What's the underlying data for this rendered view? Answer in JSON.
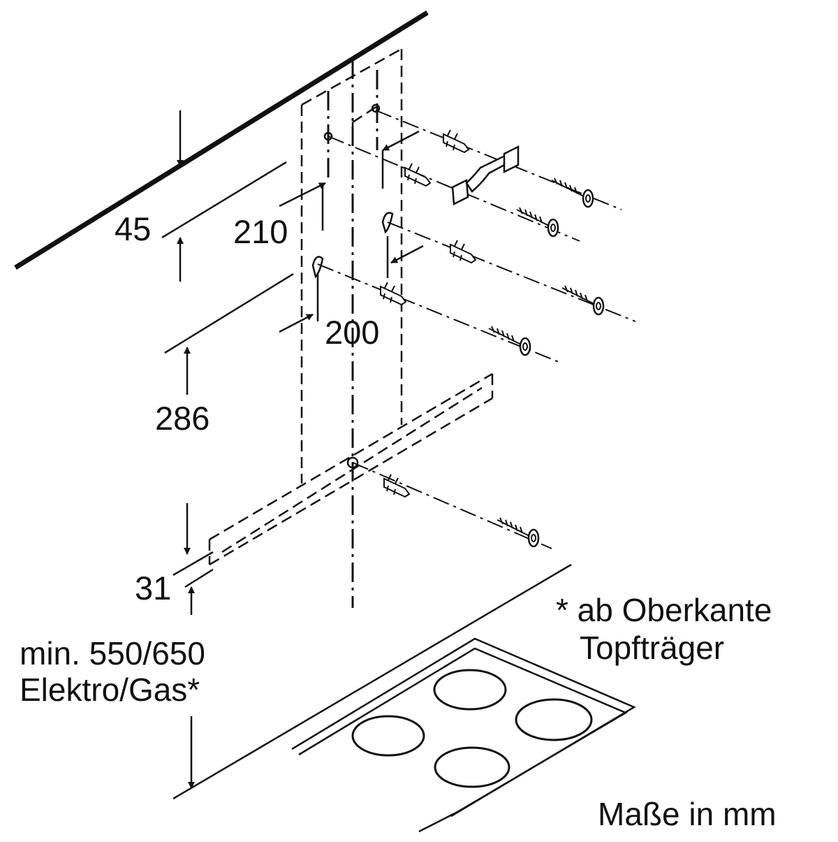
{
  "dimensions": {
    "ceiling_gap": "45",
    "hole_spacing_upper": "210",
    "hole_spacing_lower": "200",
    "bracket_height": "286",
    "bottom_offset": "31",
    "min_height_line1": "min. 550/650",
    "min_height_line2": "Elektro/Gas*"
  },
  "footnote": {
    "line1": "* ab Oberkante",
    "line2": "Topfträger"
  },
  "units_note": "Maße in mm",
  "colors": {
    "ink": "#111111",
    "background": "#ffffff"
  }
}
